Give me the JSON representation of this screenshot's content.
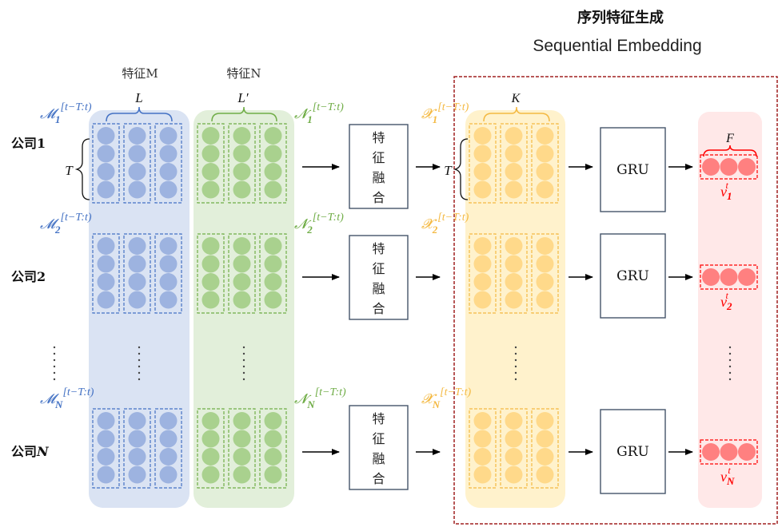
{
  "header": {
    "title_zh": "序列特征生成",
    "title_en": "Sequential Embedding"
  },
  "columns": {
    "featureM": {
      "label": "特征M",
      "width_symbol": "L",
      "color": "#4472c4",
      "bg": "#dae3f3",
      "circle": "#9db3e0"
    },
    "featureN": {
      "label": "特征N",
      "width_symbol": "L′",
      "color": "#70ad47",
      "bg": "#e2efda",
      "circle": "#a9d18e"
    },
    "fused": {
      "width_symbol": "K",
      "color": "#ffc000",
      "bg": "#fff2cc",
      "circle": "#ffd98a",
      "outline": "#f4b942"
    },
    "embedding": {
      "width_symbol": "F",
      "color": "#ff0000",
      "bg": "#ffe8e8",
      "circle": "#ff8080"
    }
  },
  "time_symbol": "T",
  "fusion_label": [
    "特",
    "征",
    "融",
    "合"
  ],
  "gru_label": "GRU",
  "ellipsis": "⋮",
  "companies": [
    {
      "label": "公司",
      "index": "1",
      "m_sym": "𝓜",
      "m_sub": "1",
      "n_sym": "𝓝",
      "n_sub": "1",
      "x_sym": "𝓧",
      "x_sub": "1",
      "v_sym": "v",
      "v_sub": "1",
      "v_sup": "t"
    },
    {
      "label": "公司",
      "index": "2",
      "m_sym": "𝓜",
      "m_sub": "2",
      "n_sym": "𝓝",
      "n_sub": "2",
      "x_sym": "𝓧",
      "x_sub": "2",
      "v_sym": "v",
      "v_sub": "2",
      "v_sup": "t"
    },
    {
      "label": "公司",
      "index": "N",
      "m_sym": "𝓜",
      "m_sub": "N",
      "n_sym": "𝓝",
      "n_sub": "N",
      "x_sym": "𝓧",
      "x_sub": "N",
      "v_sym": "v",
      "v_sub": "N",
      "v_sup": "t"
    }
  ],
  "window_superscript": "[t−T:t)",
  "colors": {
    "frame": "#a02020",
    "box_stroke": "#44546a",
    "arrow": "#000000"
  }
}
